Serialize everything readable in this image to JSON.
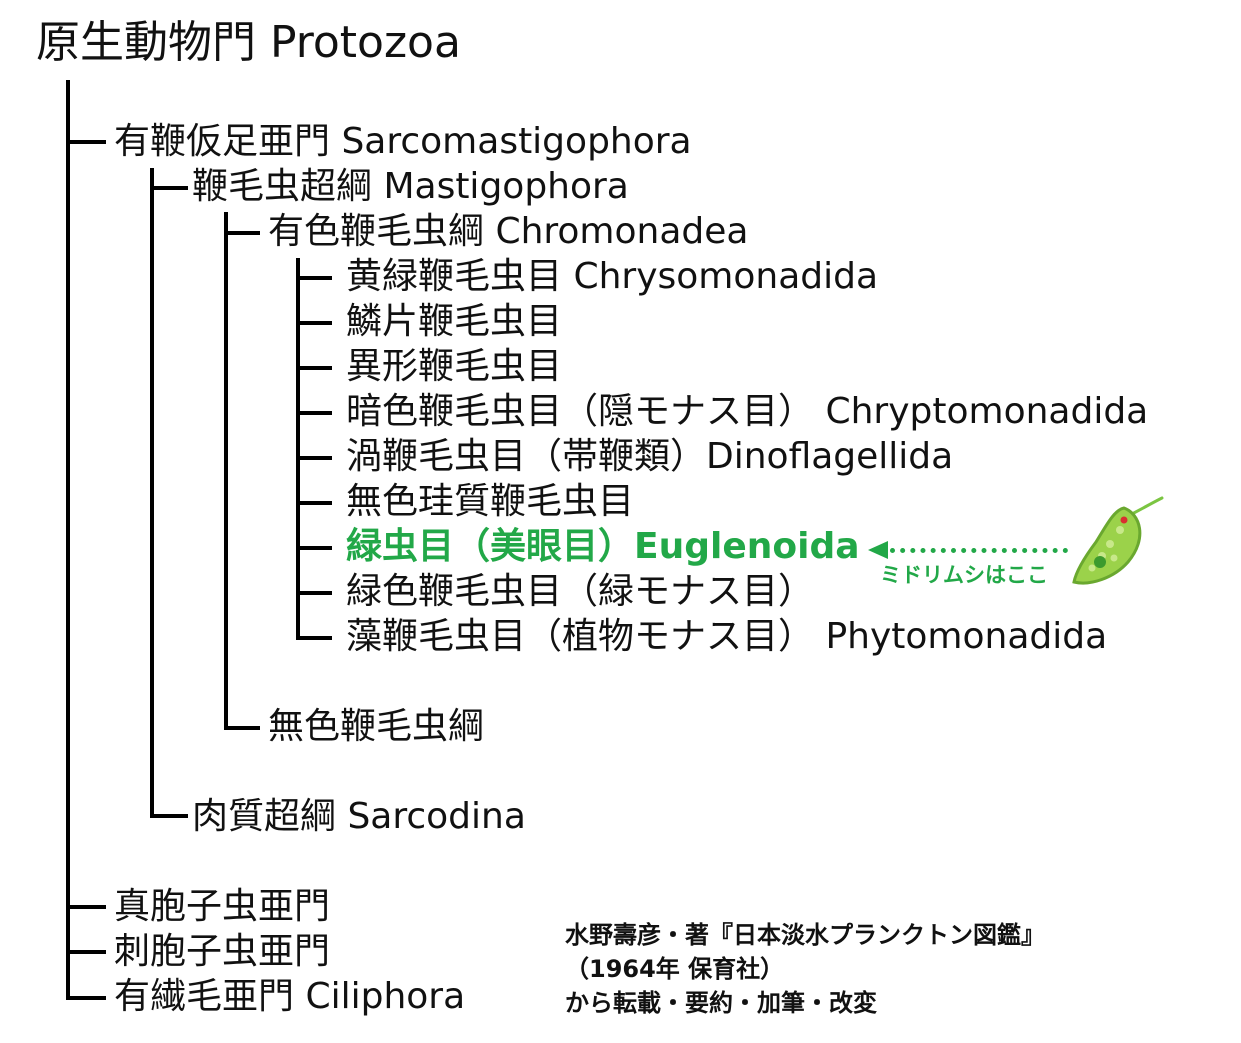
{
  "title": "原生動物門 Protozoa",
  "nodes": {
    "sarcomastigophora": "有鞭仮足亜門 Sarcomastigophora",
    "mastigophora": "鞭毛虫超綱 Mastigophora",
    "chromonadea": "有色鞭毛虫綱 Chromonadea",
    "chrysomonadida": "黄緑鞭毛虫目 Chrysomonadida",
    "rinpen": "鱗片鞭毛虫目",
    "ikei": "異形鞭毛虫目",
    "cryptomonadida": "暗色鞭毛虫目（隠モナス目） Chryptomonadida",
    "dinoflagellida": "渦鞭毛虫目（帯鞭類）Dinoflagellida",
    "mushoku_keishitsu": "無色珪質鞭毛虫目",
    "euglenoida": "緑虫目（美眼目）Euglenoida",
    "ryokushoku": "緑色鞭毛虫目（緑モナス目）",
    "phytomonadida": "藻鞭毛虫目（植物モナス目） Phytomonadida",
    "mushoku_koumou": "無色鞭毛虫綱",
    "sarcodina": "肉質超綱 Sarcodina",
    "sporozoa": "真胞子虫亜門",
    "cnidospora": "刺胞子虫亜門",
    "ciliophora": "有繊毛亜門 Ciliphora"
  },
  "callout": {
    "text": "ミドリムシはここ",
    "icon": "euglena-icon",
    "color": "#22a848"
  },
  "citation": {
    "line1": "水野壽彦・著『日本淡水プランクトン図鑑』",
    "line2": "（1964年 保育社）",
    "line3": "から転載・要約・加筆・改変"
  },
  "colors": {
    "highlight": "#22a848",
    "lines": "#000000",
    "text": "#111111"
  }
}
